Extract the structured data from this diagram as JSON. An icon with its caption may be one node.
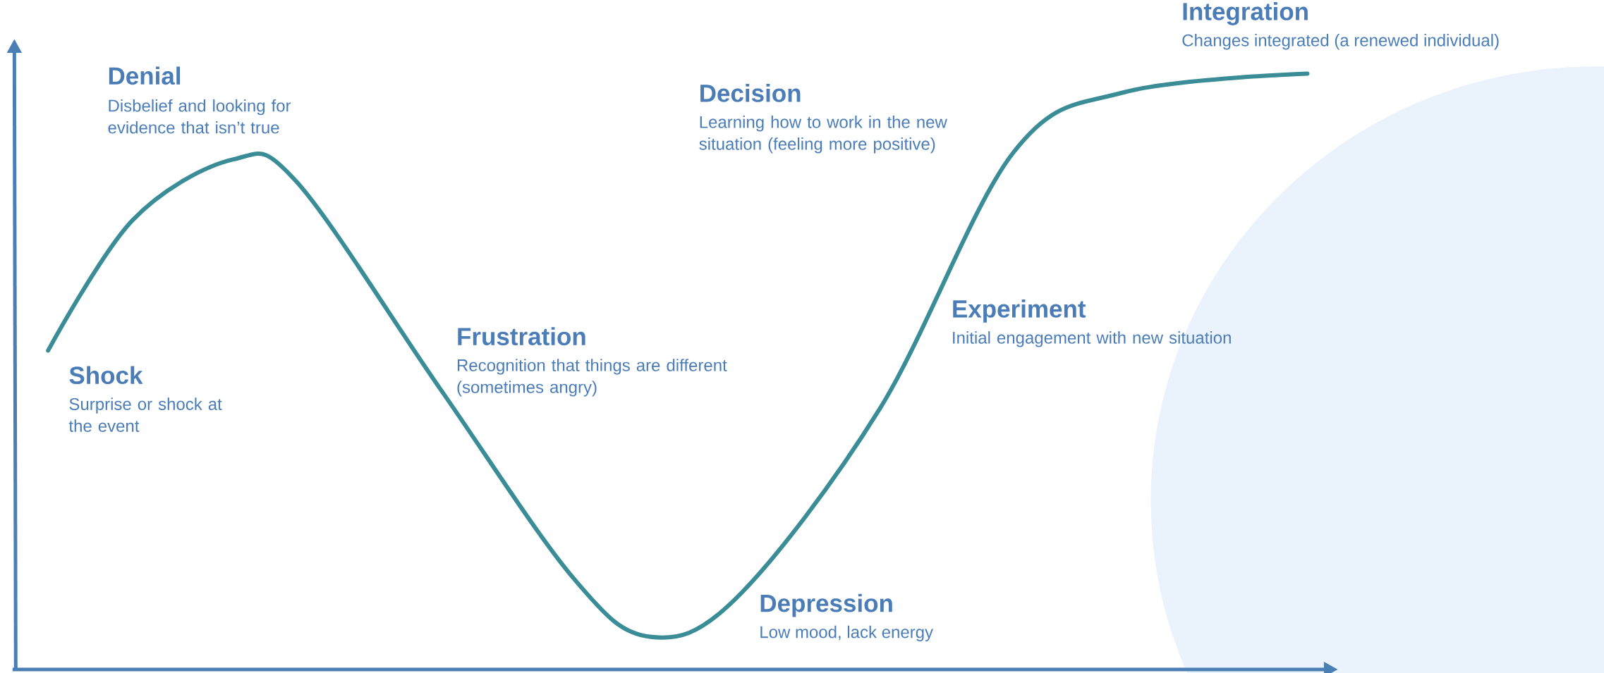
{
  "diagram": {
    "labels": [
      "Integration",
      "Changes integrated (a renewed individual)",
      "Denial",
      "Disbelief and looking for evidence that isn’t true",
      "Decision",
      "Learning how to work in the new situation (feeling more positive)",
      "Experiment",
      "Initial engagement with new situation",
      "Frustration",
      "Recognition that things are different (sometimes angry)",
      "Shock",
      "Surprise or shock at the event",
      "Depression",
      "Low mood, lack energy"
    ]
  }
}
